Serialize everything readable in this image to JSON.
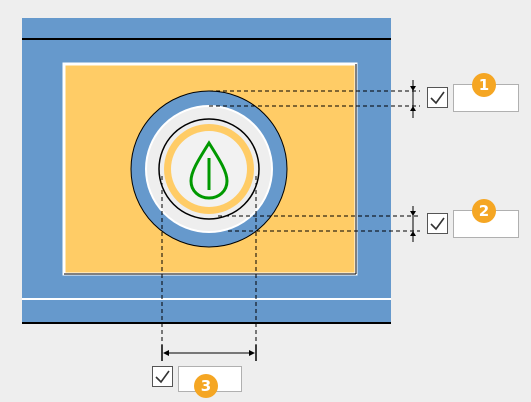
{
  "colors": {
    "background": "#eeeeee",
    "frame_blue": "#6699cc",
    "panel_orange": "#ffcc66",
    "ring_blue": "#6699cc",
    "ring_light": "#eeeeee",
    "accent_line": "#000000",
    "drop_green": "#009900",
    "badge": "#f5a623"
  },
  "controls": [
    {
      "badge": "1",
      "checked": true,
      "value": ""
    },
    {
      "badge": "2",
      "checked": true,
      "value": ""
    },
    {
      "badge": "3",
      "checked": true,
      "value": ""
    }
  ],
  "icons": {
    "center": "water-drop-icon",
    "check": "checkmark-icon"
  }
}
